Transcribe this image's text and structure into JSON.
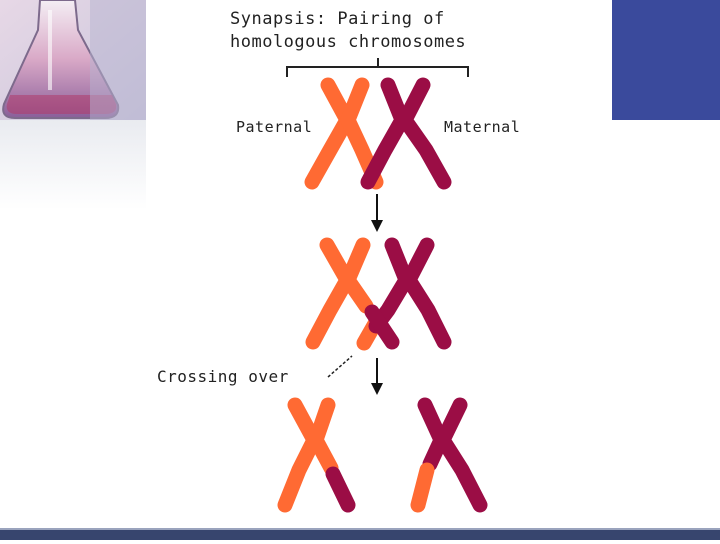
{
  "title": {
    "line1": "Synapsis: Pairing of",
    "line2": "homologous chromosomes"
  },
  "labels": {
    "paternal": "Paternal",
    "maternal": "Maternal",
    "crossing_over": "Crossing over"
  },
  "colors": {
    "paternal": "#ff6a33",
    "maternal": "#9b0d45",
    "header_bar": "#3a4a9c",
    "arrow": "#111111"
  }
}
